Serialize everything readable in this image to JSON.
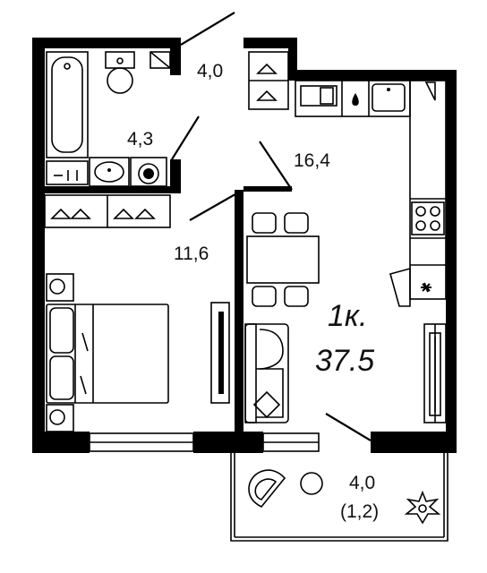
{
  "apartment": {
    "type_label": "1к.",
    "total_area": "37.5"
  },
  "rooms": {
    "hall": {
      "area": "4,0"
    },
    "bathroom": {
      "area": "4,3"
    },
    "kitchen_living": {
      "area": "16,4"
    },
    "bedroom": {
      "area": "11,6"
    },
    "balcony": {
      "area": "4,0",
      "reduced_area": "(1,2)"
    }
  },
  "colors": {
    "wall": "#000000",
    "background": "#ffffff",
    "line": "#111111"
  },
  "icons": [
    "bathtub-icon",
    "toilet-icon",
    "sink-icon",
    "washing-machine-icon",
    "wardrobe-icon",
    "kitchen-sink-icon",
    "stove-icon",
    "dining-table-icon",
    "chair-icon",
    "bed-icon",
    "nightstand-icon",
    "sofa-icon",
    "tv-icon",
    "armchair-icon",
    "plant-icon"
  ]
}
